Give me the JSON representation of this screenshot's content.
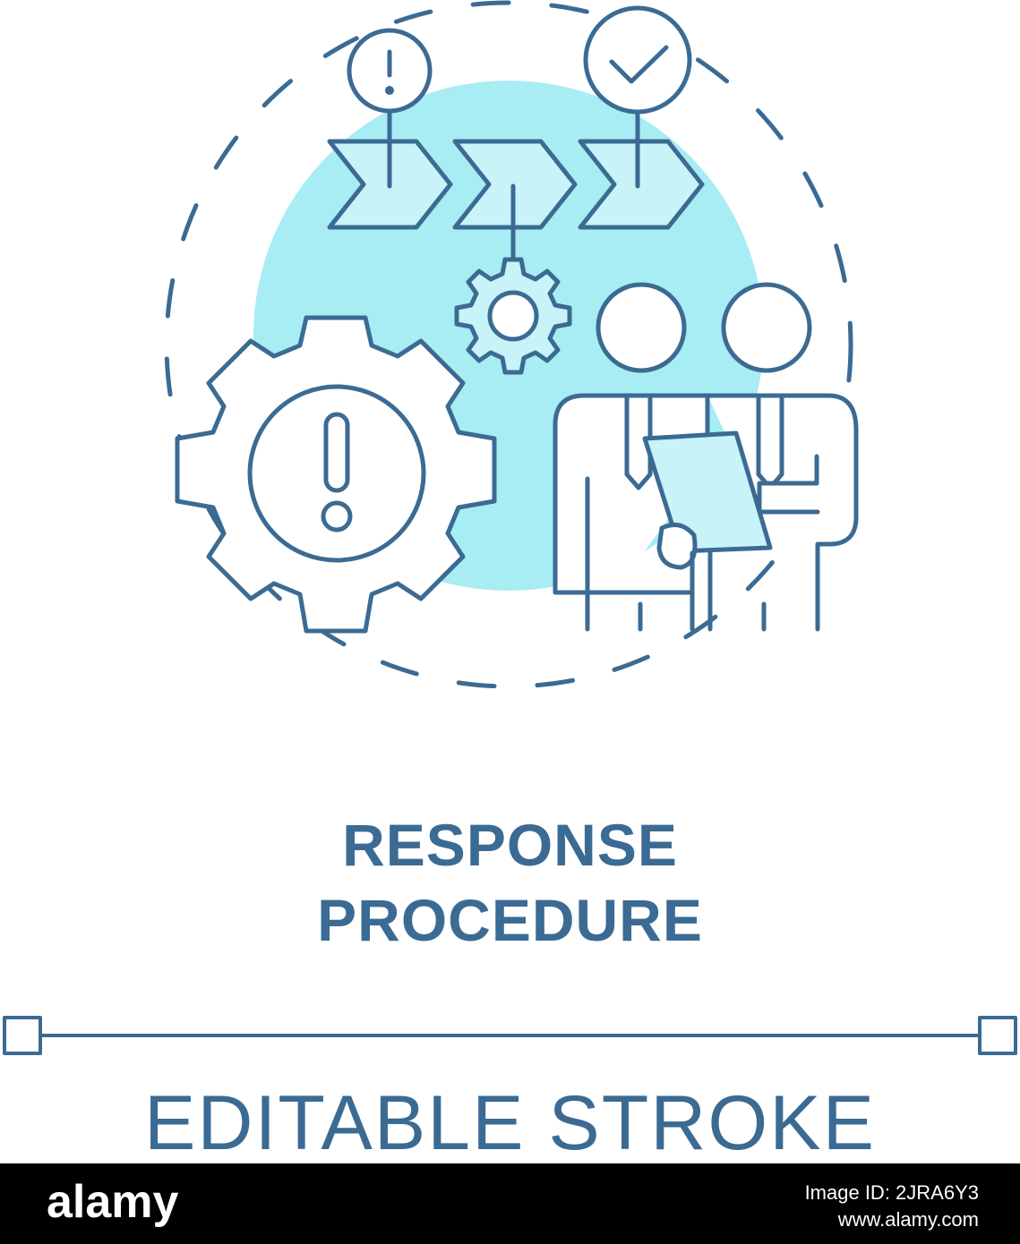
{
  "title": {
    "line1": "RESPONSE",
    "line2": "PROCEDURE"
  },
  "caption": "EDITABLE STROKE",
  "footer": {
    "brand": "alamy",
    "image_id": "Image ID: 2JRA6Y3",
    "url": "www.alamy.com"
  },
  "icons": [
    "alert-gear-icon",
    "process-arrows-icon",
    "small-gear-icon",
    "alert-pin-icon",
    "check-pin-icon",
    "team-with-clipboard-icon"
  ],
  "colors": {
    "stroke": "#3b6b93",
    "fill_light": "#a8ecf4",
    "fill_pale": "#c7f3f9"
  }
}
